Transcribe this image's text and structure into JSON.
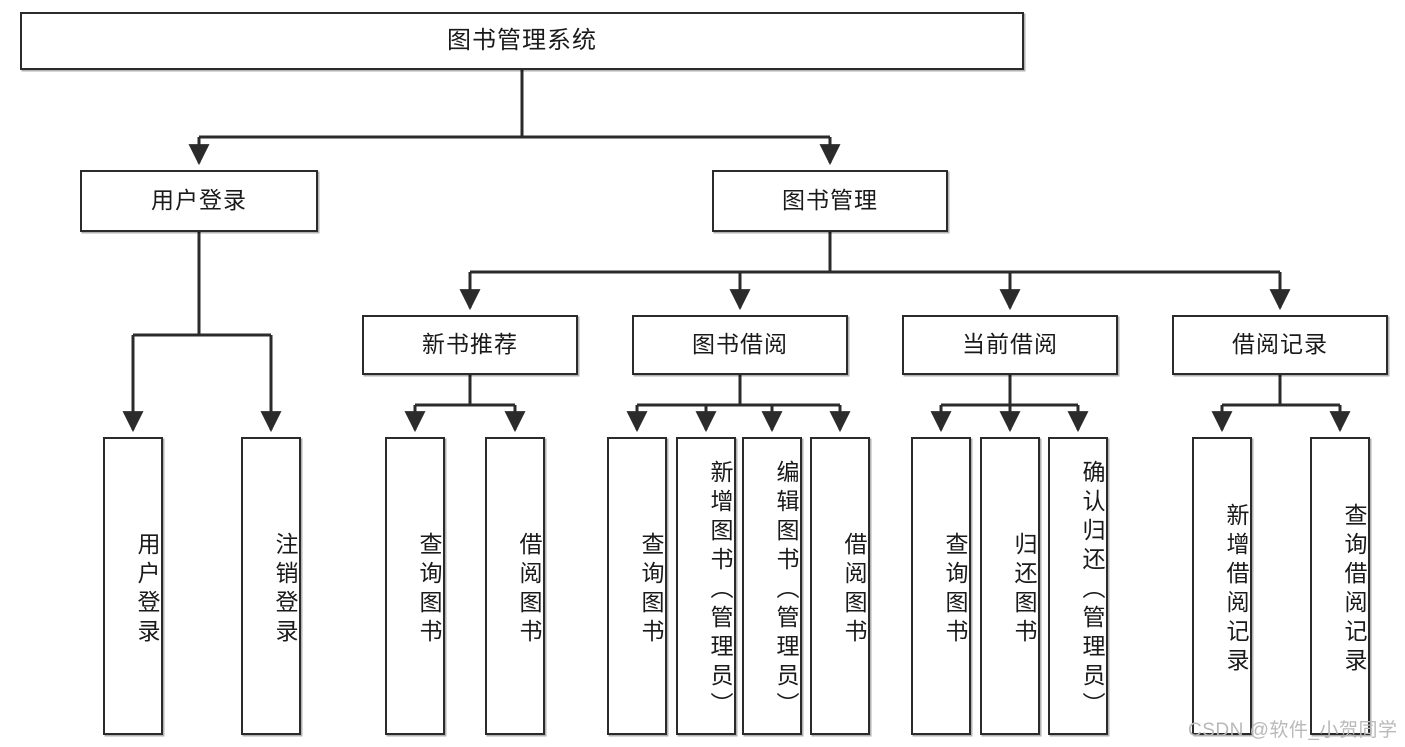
{
  "diagram": {
    "title": "图书管理系统",
    "type": "hierarchy-tree",
    "watermark": "CSDN @软件_小贺同学",
    "colors": {
      "stroke": "#2b2b2b",
      "fill": "#ffffff",
      "text": "#1a1a1a",
      "watermark": "#b9b9b9"
    },
    "levels": {
      "root": {
        "label": "图书管理系统"
      },
      "level2": [
        {
          "id": "user-login",
          "label": "用户登录"
        },
        {
          "id": "book-management",
          "label": "图书管理"
        }
      ],
      "level3": [
        {
          "id": "new-book-recommend",
          "label": "新书推荐",
          "parent": "book-management"
        },
        {
          "id": "book-borrow",
          "label": "图书借阅",
          "parent": "book-management"
        },
        {
          "id": "current-borrow",
          "label": "当前借阅",
          "parent": "book-management"
        },
        {
          "id": "borrow-record",
          "label": "借阅记录",
          "parent": "book-management"
        }
      ],
      "leaves": [
        {
          "id": "leaf-user-login",
          "label": "用户登录",
          "parent": "user-login"
        },
        {
          "id": "leaf-logout",
          "label": "注销登录",
          "parent": "user-login"
        },
        {
          "id": "leaf-query-book-1",
          "label": "查询图书",
          "parent": "new-book-recommend"
        },
        {
          "id": "leaf-borrow-book-1",
          "label": "借阅图书",
          "parent": "new-book-recommend"
        },
        {
          "id": "leaf-query-book-2",
          "label": "查询图书",
          "parent": "book-borrow"
        },
        {
          "id": "leaf-add-book",
          "label": "新增图书（管理员）",
          "parent": "book-borrow"
        },
        {
          "id": "leaf-edit-book",
          "label": "编辑图书（管理员）",
          "parent": "book-borrow"
        },
        {
          "id": "leaf-borrow-book-2",
          "label": "借阅图书",
          "parent": "book-borrow"
        },
        {
          "id": "leaf-query-book-3",
          "label": "查询图书",
          "parent": "current-borrow"
        },
        {
          "id": "leaf-return-book",
          "label": "归还图书",
          "parent": "current-borrow"
        },
        {
          "id": "leaf-confirm-return",
          "label": "确认归还（管理员）",
          "parent": "current-borrow"
        },
        {
          "id": "leaf-add-record",
          "label": "新增借阅记录",
          "parent": "borrow-record"
        },
        {
          "id": "leaf-query-record",
          "label": "查询借阅记录",
          "parent": "borrow-record"
        }
      ]
    }
  }
}
